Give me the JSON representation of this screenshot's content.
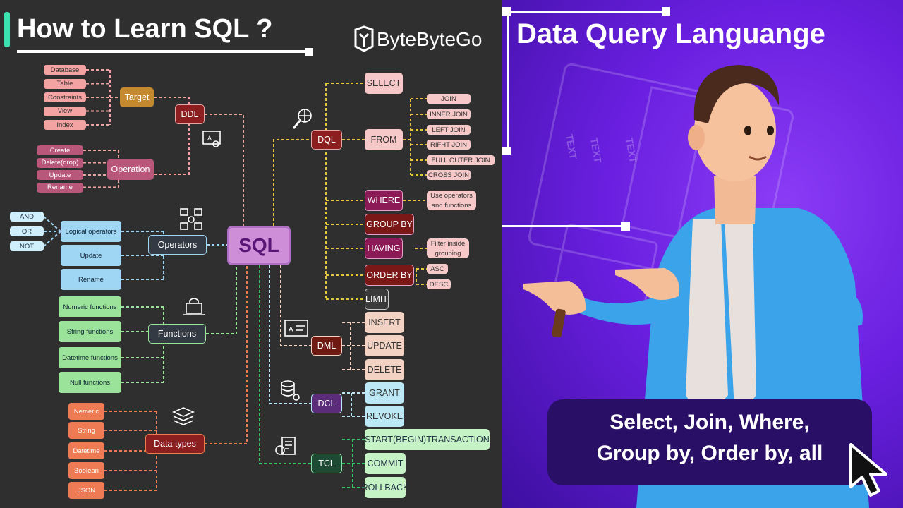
{
  "header": {
    "title": "How to Learn SQL ?",
    "brand": "ByteByteGo"
  },
  "right_panel": {
    "title": "Data Query Languange",
    "caption_line1": "Select, Join, Where,",
    "caption_line2": "Group by, Order by, all",
    "bg_words": [
      "TEXT",
      "TEXT",
      "TEXT"
    ]
  },
  "mindmap": {
    "root": "SQL",
    "ddl": {
      "label": "DDL",
      "target": {
        "label": "Target",
        "items": [
          "Database",
          "Table",
          "Constraints",
          "View",
          "Index"
        ]
      },
      "operation": {
        "label": "Operation",
        "items": [
          "Create",
          "Delete(drop)",
          "Update",
          "Rename"
        ]
      }
    },
    "operators": {
      "label": "Operators",
      "items": [
        "Logical operators",
        "Update",
        "Rename"
      ],
      "logical": [
        "AND",
        "OR",
        "NOT"
      ]
    },
    "functions": {
      "label": "Functions",
      "items": [
        "Numeric functions",
        "String functions",
        "Datetime functions",
        "Null functions"
      ]
    },
    "data_types": {
      "label": "Data types",
      "items": [
        "Nemeric",
        "String",
        "Datetime",
        "Boolean",
        "JSON"
      ]
    },
    "dql": {
      "label": "DQL",
      "items": [
        "SELECT",
        "FROM",
        "WHERE",
        "GROUP BY",
        "HAVING",
        "ORDER BY",
        "LIMIT"
      ],
      "joins": [
        "JOIN",
        "INNER JOIN",
        "LEFT JOIN",
        "RIFHT JOIN",
        "FULL OUTER JOIN",
        "CROSS JOIN"
      ],
      "where_note": [
        "Use operators",
        "and functions"
      ],
      "having_note": [
        "Filter inside",
        "grouping"
      ],
      "order": [
        "ASC",
        "DESC"
      ]
    },
    "dml": {
      "label": "DML",
      "items": [
        "INSERT",
        "UPDATE",
        "DELETE"
      ]
    },
    "dcl": {
      "label": "DCL",
      "items": [
        "GRANT",
        "REVOKE"
      ]
    },
    "tcl": {
      "label": "TCL",
      "items": [
        "START(BEGIN)TRANSACTION",
        "COMMIT",
        "ROLLBACK"
      ]
    }
  },
  "colors": {
    "ddl": "#f4a3a3",
    "target": "#c4892e",
    "operation": "#b8577a",
    "operators": "#9ed6f4",
    "functions": "#9be39b",
    "data_types": "#ee7b53",
    "dql": "#f7c8c8",
    "dql_dark": "#8b1e1e",
    "where": "#8b1a56",
    "group": "#7a1818",
    "dml": "#f2d2c3",
    "dml_dark": "#6e1a12",
    "dcl": "#bce8f6",
    "dcl_dark": "#5b2c7a",
    "tcl": "#c6f3c6",
    "tcl_dark": "#1d4a33",
    "sql": "#cf8fd8",
    "purple": "#6a1fe0"
  }
}
